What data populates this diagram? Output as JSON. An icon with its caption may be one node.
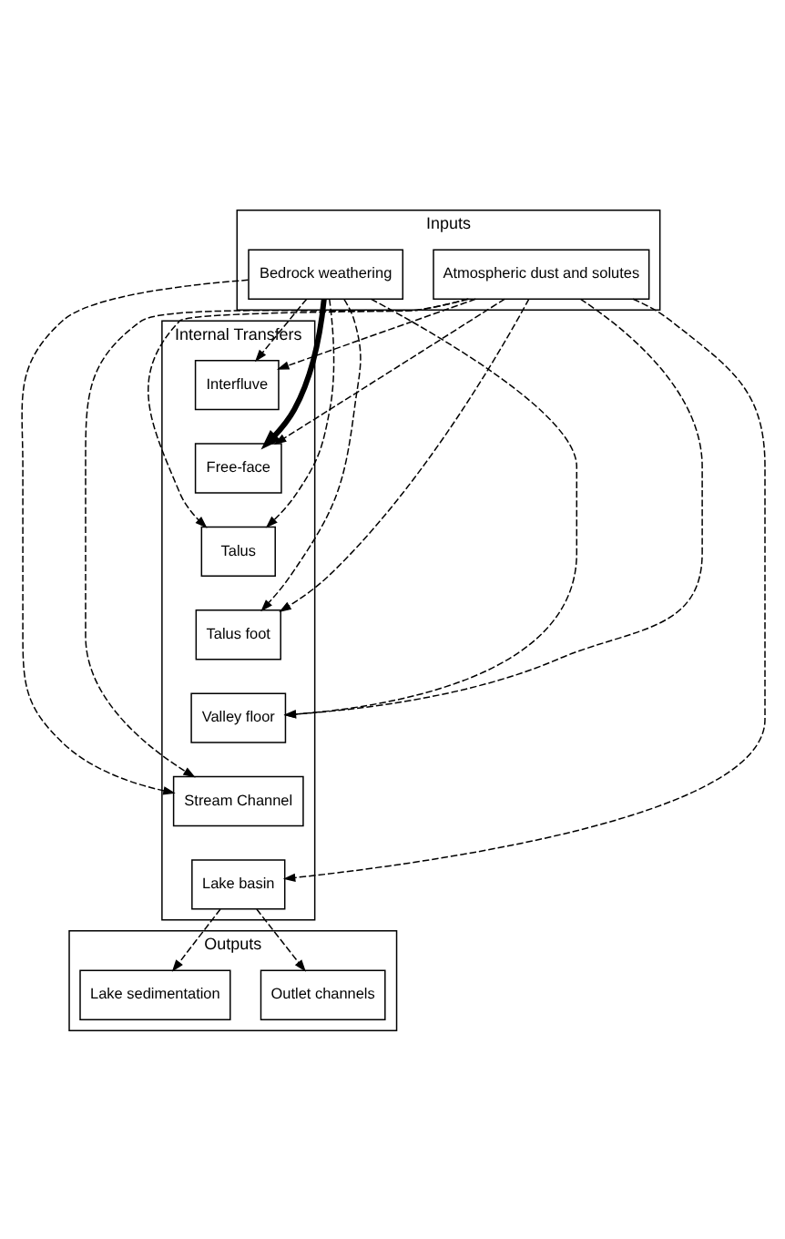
{
  "diagram": {
    "nodes": [
      {
        "text": [
          "Inputs"
        ]
      },
      {
        "text": [
          "Bedrock weathering"
        ],
        "in": 0
      },
      {
        "text": [
          "Atmospheric dust and solutes"
        ],
        "in": 0
      },
      {
        "text": [
          "Internal Transfers"
        ]
      },
      {
        "text": [
          "Interfluve"
        ],
        "in": 3
      },
      {
        "text": [
          "Free-face"
        ],
        "in": 3
      },
      {
        "text": [
          "Talus"
        ],
        "in": 3
      },
      {
        "text": [
          "Talus foot"
        ],
        "in": 3
      },
      {
        "text": [
          "Valley floor"
        ],
        "in": 3
      },
      {
        "text": [
          "Stream Channel"
        ],
        "in": 3
      },
      {
        "text": [
          "Lake basin"
        ],
        "in": 3
      },
      {
        "text": [
          "Outputs"
        ]
      },
      {
        "text": [
          "Lake sedimentation"
        ],
        "in": 11
      },
      {
        "text": [
          "Outlet channels"
        ],
        "in": 11
      }
    ],
    "edges": [
      {
        "from": 1,
        "to": 4,
        "arrow": "to",
        "style": "dashed"
      },
      {
        "from": 1,
        "to": 5,
        "arrow": "to",
        "style": "thick"
      },
      {
        "from": 1,
        "to": 6,
        "arrow": "to",
        "style": "dashed"
      },
      {
        "from": 1,
        "to": 7,
        "arrow": "to",
        "style": "dashed"
      },
      {
        "from": 1,
        "to": 8,
        "arrow": "to",
        "style": "dashed"
      },
      {
        "from": 1,
        "to": 9,
        "arrow": "to",
        "style": "dashed"
      },
      {
        "from": 2,
        "to": 4,
        "arrow": "to",
        "style": "dashed"
      },
      {
        "from": 2,
        "to": 5,
        "arrow": "to",
        "style": "dashed"
      },
      {
        "from": 2,
        "to": 6,
        "arrow": "to",
        "style": "dashed"
      },
      {
        "from": 2,
        "to": 7,
        "arrow": "to",
        "style": "dashed"
      },
      {
        "from": 2,
        "to": 8,
        "arrow": "to",
        "style": "dashed"
      },
      {
        "from": 2,
        "to": 9,
        "arrow": "to",
        "style": "dashed"
      },
      {
        "from": 2,
        "to": 10,
        "arrow": "to",
        "style": "dashed"
      },
      {
        "from": 10,
        "to": 12,
        "arrow": "to",
        "style": "dashed"
      },
      {
        "from": 10,
        "to": 13,
        "arrow": "to",
        "style": "dashed"
      }
    ]
  }
}
